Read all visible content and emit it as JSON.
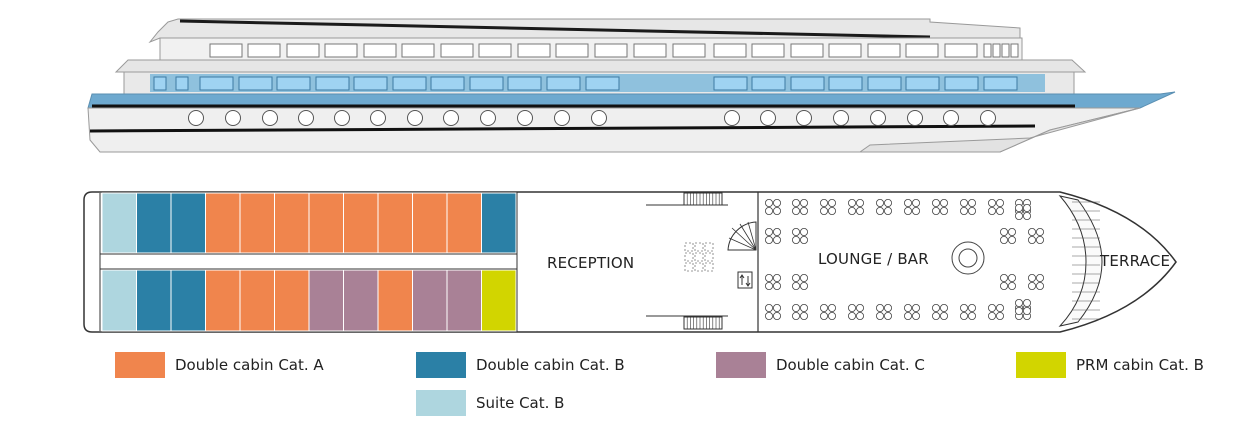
{
  "deck_labels": {
    "reception": "RECEPTION",
    "lounge": "LOUNGE / BAR",
    "terrace": "TERRACE"
  },
  "categories": [
    {
      "id": "double-a",
      "label": "Double cabin Cat. A",
      "color": "#f0854d"
    },
    {
      "id": "double-b",
      "label": "Double cabin Cat. B",
      "color": "#2b80a6"
    },
    {
      "id": "double-c",
      "label": "Double cabin Cat. C",
      "color": "#a98196"
    },
    {
      "id": "prm-b",
      "label": "PRM cabin Cat. B",
      "color": "#d2d500"
    },
    {
      "id": "suite-b",
      "label": "Suite Cat. B",
      "color": "#aed6df"
    }
  ],
  "cabin_rows": {
    "upper": [
      "suite-b",
      "double-b",
      "double-b",
      "double-a",
      "double-a",
      "double-a",
      "double-a",
      "double-a",
      "double-a",
      "double-a",
      "double-a",
      "double-b"
    ],
    "lower": [
      "suite-b",
      "double-b",
      "double-b",
      "double-a",
      "double-a",
      "double-a",
      "double-c",
      "double-c",
      "double-a",
      "double-c",
      "double-c",
      "prm-b"
    ]
  }
}
